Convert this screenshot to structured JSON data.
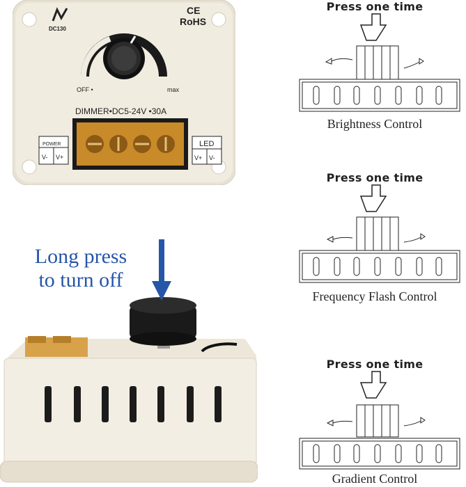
{
  "device_top": {
    "brand": "DC130",
    "cert_ce": "CE",
    "cert_rohs": "RoHS",
    "off_label": "OFF •",
    "max_label": "max",
    "model_label": "DIMMER•DC5-24V •30A",
    "power_label": "POWER",
    "power_vminus": "V-",
    "power_vplus": "V+",
    "led_label": "LED",
    "led_vplus": "V+",
    "led_vminus": "V-"
  },
  "side_caption": {
    "line1": "Long press",
    "line2": "to turn off"
  },
  "diagrams": [
    {
      "title": "Press one time",
      "label": "Brightness Control"
    },
    {
      "title": "Press one time",
      "label": "Frequency Flash Control"
    },
    {
      "title": "Press one time",
      "label": "Gradient Control"
    }
  ],
  "colors": {
    "accent_blue": "#2656a8",
    "housing": "#efe9dc",
    "terminal": "#c98a2a"
  }
}
